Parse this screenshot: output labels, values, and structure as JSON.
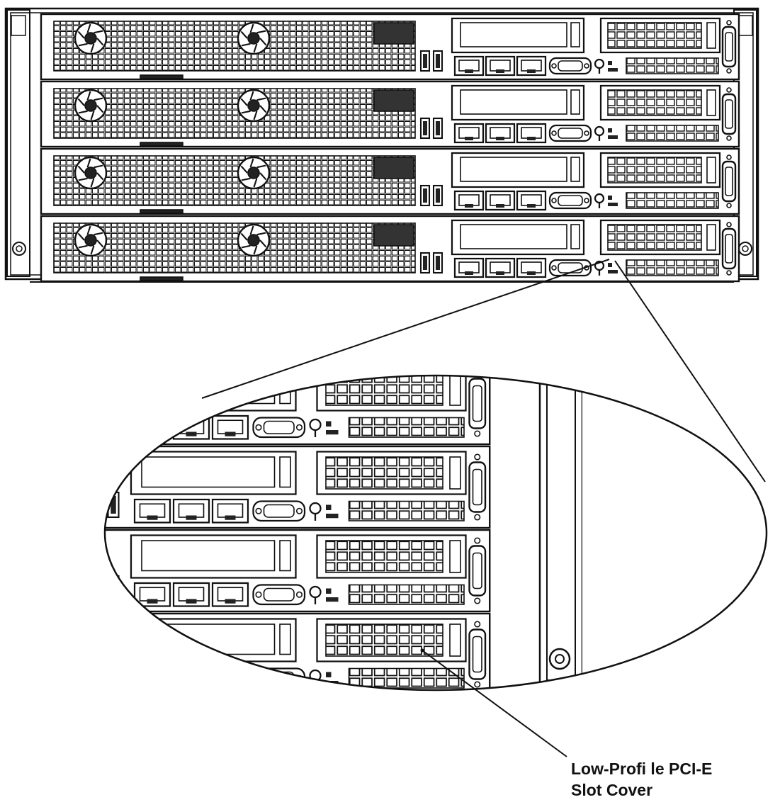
{
  "colors": {
    "line": "#111111",
    "background": "#ffffff",
    "face": "#ffffff",
    "vent": "#2a2a2a"
  },
  "chassis": {
    "node_count": 4
  },
  "magnified": {
    "visible_rows": 4
  },
  "callout": {
    "line1": "Low-Profi le PCI-E",
    "line2": "Slot Cover"
  }
}
